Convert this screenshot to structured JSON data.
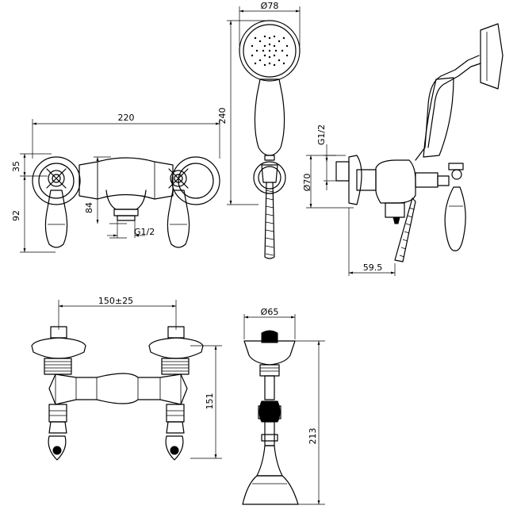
{
  "dimensions": {
    "top_front_width": "220",
    "top_front_upper": "35",
    "top_front_lower": "92",
    "top_front_spout": "84",
    "top_front_thread": "G1/2",
    "shower_diameter": "Ø78",
    "shower_height": "240",
    "side_thread": "G1/2",
    "side_diameter": "Ø70",
    "side_projection": "59.5",
    "bottom_centres": "150±25",
    "bottom_height": "151",
    "bracket_diameter": "Ø65",
    "bracket_height": "213"
  },
  "colors": {
    "line": "#000000",
    "background": "#ffffff"
  }
}
